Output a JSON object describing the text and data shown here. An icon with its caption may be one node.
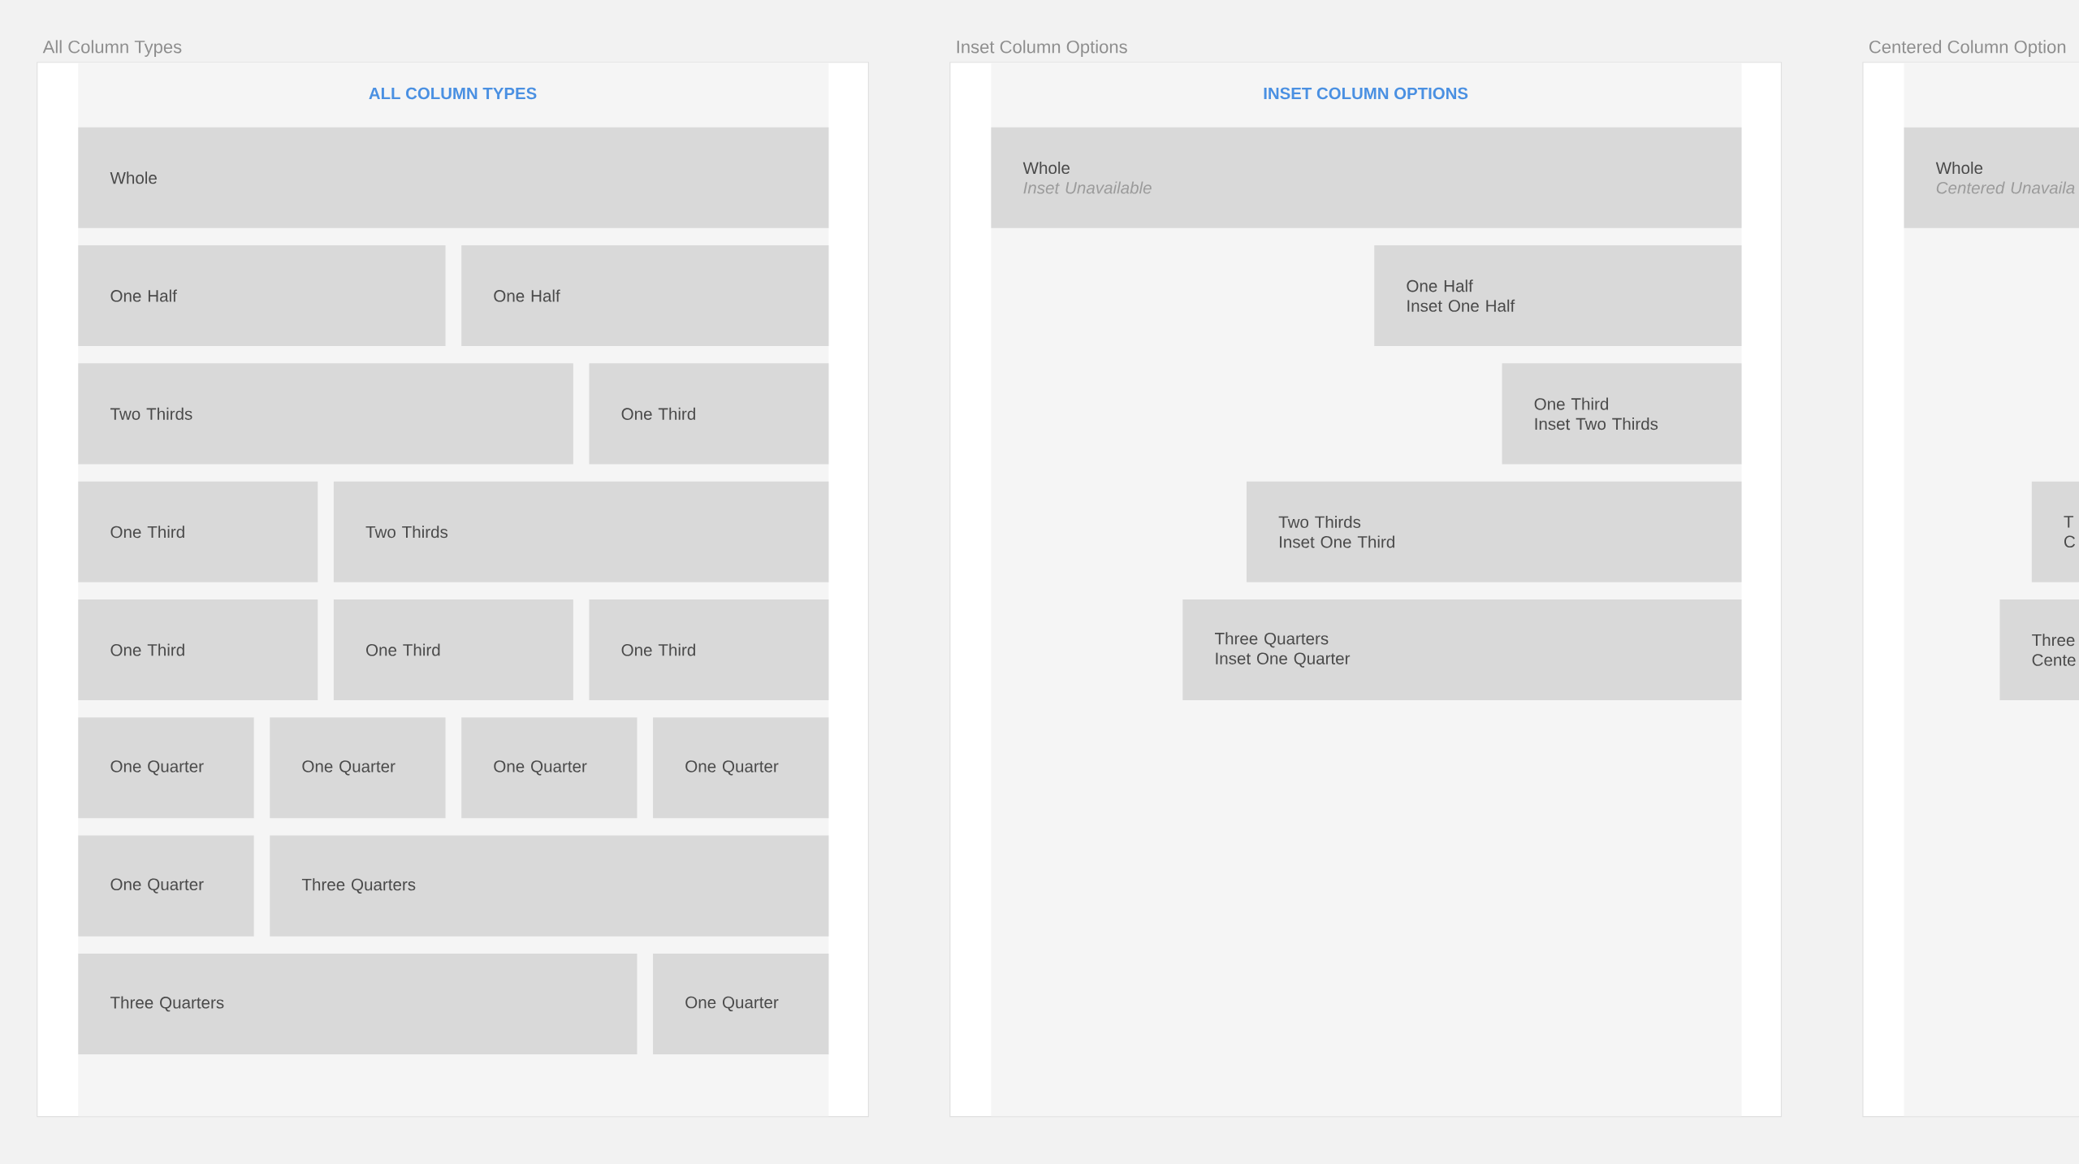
{
  "diagram": {
    "nodes": [
      {
        "text": [
          "All Column Types",
          "ALL COLUMN TYPES"
        ]
      },
      {
        "text": [
          "Whole"
        ],
        "in": 0
      },
      {
        "text": [
          "One Half"
        ],
        "in": 0
      },
      {
        "text": [
          "One Half"
        ],
        "in": 0
      },
      {
        "text": [
          "Two Thirds"
        ],
        "in": 0
      },
      {
        "text": [
          "One Third"
        ],
        "in": 0
      },
      {
        "text": [
          "One Third"
        ],
        "in": 0
      },
      {
        "text": [
          "Two Thirds"
        ],
        "in": 0
      },
      {
        "text": [
          "One Third"
        ],
        "in": 0
      },
      {
        "text": [
          "One Third"
        ],
        "in": 0
      },
      {
        "text": [
          "One Third"
        ],
        "in": 0
      },
      {
        "text": [
          "One Quarter"
        ],
        "in": 0
      },
      {
        "text": [
          "One Quarter"
        ],
        "in": 0
      },
      {
        "text": [
          "One Quarter"
        ],
        "in": 0
      },
      {
        "text": [
          "One Quarter"
        ],
        "in": 0
      },
      {
        "text": [
          "One Quarter"
        ],
        "in": 0
      },
      {
        "text": [
          "Three Quarters"
        ],
        "in": 0
      },
      {
        "text": [
          "Three Quarters"
        ],
        "in": 0
      },
      {
        "text": [
          "One Quarter"
        ],
        "in": 0
      },
      {
        "text": [
          "Inset Column Options",
          "INSET COLUMN OPTIONS"
        ]
      },
      {
        "text": [
          "Whole",
          "Inset Unavailable"
        ],
        "in": 19
      },
      {
        "text": [
          "One Half",
          "Inset One Half"
        ],
        "in": 19
      },
      {
        "text": [
          "One Third",
          "Inset Two Thirds"
        ],
        "in": 19
      },
      {
        "text": [
          "Two Thirds",
          "Inset One Third"
        ],
        "in": 19
      },
      {
        "text": [
          "Three Quarters",
          "Inset One Quarter"
        ],
        "in": 19
      },
      {
        "text": [
          "Centered Column Option"
        ]
      },
      {
        "text": [
          "Whole",
          "Centered Unavaila"
        ],
        "in": 25
      },
      {
        "text": [
          "T",
          "C"
        ],
        "in": 25
      },
      {
        "text": [
          "Three",
          "Cente"
        ],
        "in": 25
      }
    ]
  }
}
